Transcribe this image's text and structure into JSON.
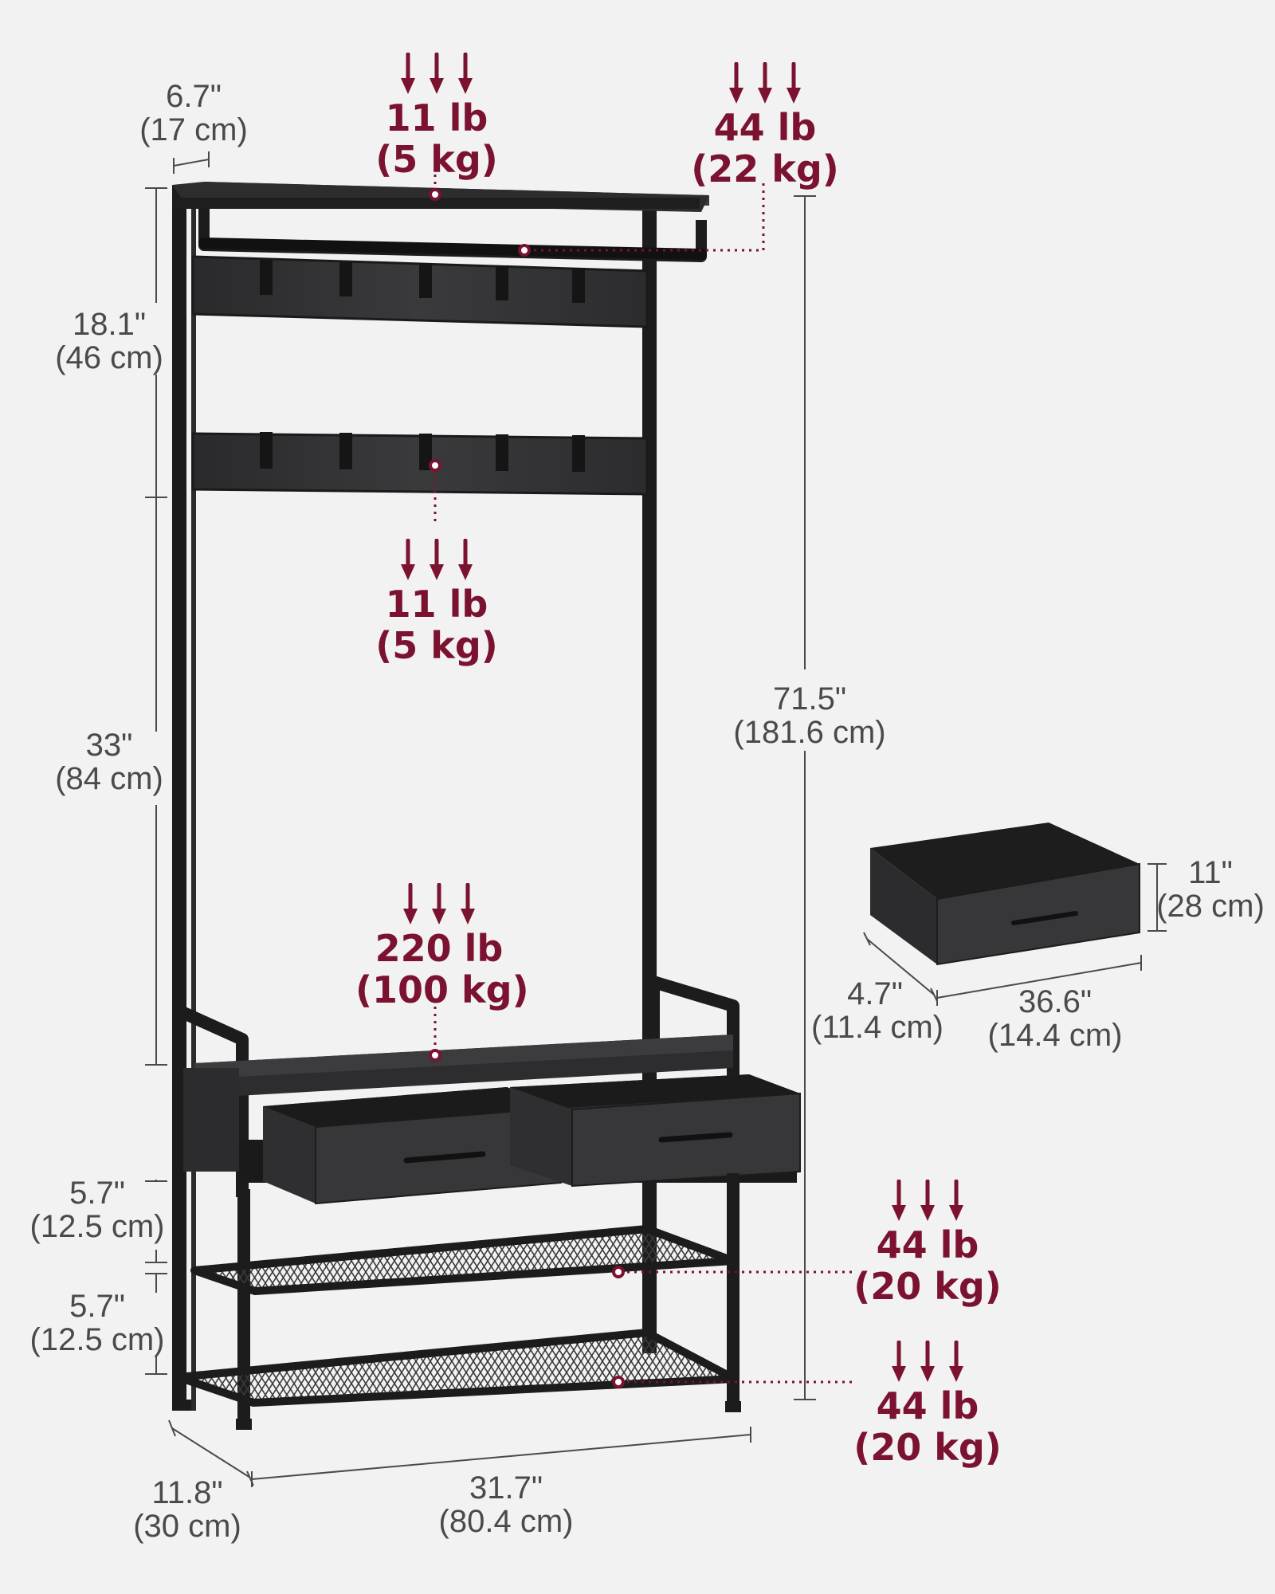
{
  "colors": {
    "accent": "#7a1230",
    "text": "#4a4a4a",
    "frame": "#1c1c1c",
    "wood": "#2f2f31",
    "background": "#f2f2f2"
  },
  "dimensions": {
    "top_depth": {
      "in": "6.7\"",
      "cm": "(17 cm)"
    },
    "upper_section": {
      "in": "18.1\"",
      "cm": "(46 cm)"
    },
    "middle_section": {
      "in": "33\"",
      "cm": "(84 cm)"
    },
    "total_height": {
      "in": "71.5\"",
      "cm": "(181.6 cm)"
    },
    "shelf_gap_1": {
      "in": "5.7\"",
      "cm": "(12.5 cm)"
    },
    "shelf_gap_2": {
      "in": "5.7\"",
      "cm": "(12.5 cm)"
    },
    "base_depth": {
      "in": "11.8\"",
      "cm": "(30 cm)"
    },
    "base_width": {
      "in": "31.7\"",
      "cm": "(80.4 cm)"
    },
    "drawer_height": {
      "in": "11\"",
      "cm": "(28 cm)"
    },
    "drawer_depth": {
      "in": "4.7\"",
      "cm": "(11.4 cm)"
    },
    "drawer_width": {
      "in": "36.6\"",
      "cm": "(14.4 cm)"
    }
  },
  "loads": {
    "top_shelf": {
      "lb": "11 lb",
      "kg": "(5 kg)"
    },
    "hanging_rod": {
      "lb": "44 lb",
      "kg": "(22 kg)"
    },
    "hook_rail": {
      "lb": "11 lb",
      "kg": "(5 kg)"
    },
    "bench": {
      "lb": "220 lb",
      "kg": "(100 kg)"
    },
    "shoe_shelf_upper": {
      "lb": "44 lb",
      "kg": "(20 kg)"
    },
    "shoe_shelf_lower": {
      "lb": "44 lb",
      "kg": "(20 kg)"
    }
  }
}
